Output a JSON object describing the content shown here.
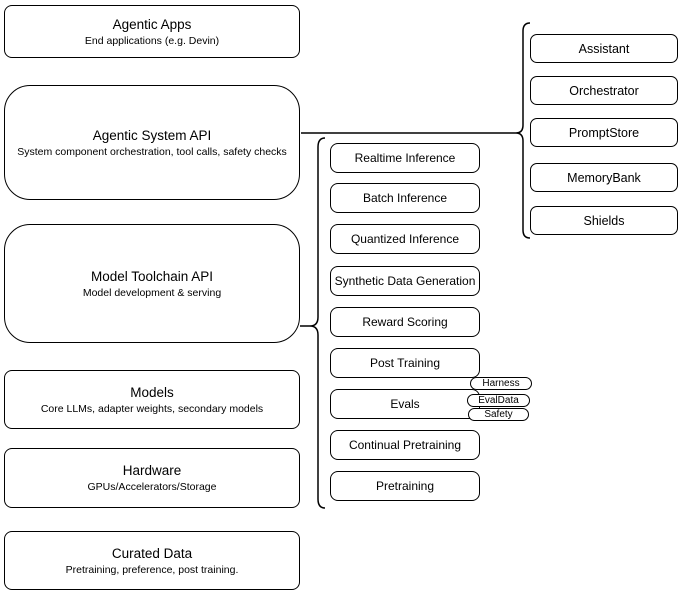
{
  "left": [
    {
      "title": "Agentic Apps",
      "subtitle": "End applications (e.g. Devin)"
    },
    {
      "title": "Agentic System API",
      "subtitle": "System component orchestration, tool calls, safety checks"
    },
    {
      "title": "Model Toolchain API",
      "subtitle": "Model development & serving"
    },
    {
      "title": "Models",
      "subtitle": "Core LLMs, adapter weights, secondary models"
    },
    {
      "title": "Hardware",
      "subtitle": "GPUs/Accelerators/Storage"
    },
    {
      "title": "Curated Data",
      "subtitle": "Pretraining, preference, post training."
    }
  ],
  "middle": [
    "Realtime Inference",
    "Batch Inference",
    "Quantized Inference",
    "Synthetic Data Generation",
    "Reward Scoring",
    "Post Training",
    "Evals",
    "Continual Pretraining",
    "Pretraining"
  ],
  "pills": [
    "Harness",
    "EvalData",
    "Safety"
  ],
  "right": [
    "Assistant",
    "Orchestrator",
    "PromptStore",
    "MemoryBank",
    "Shields"
  ],
  "colors": {
    "stroke": "#000000",
    "fill": "#ffffff",
    "background": "#ffffff",
    "text": "#000000"
  }
}
